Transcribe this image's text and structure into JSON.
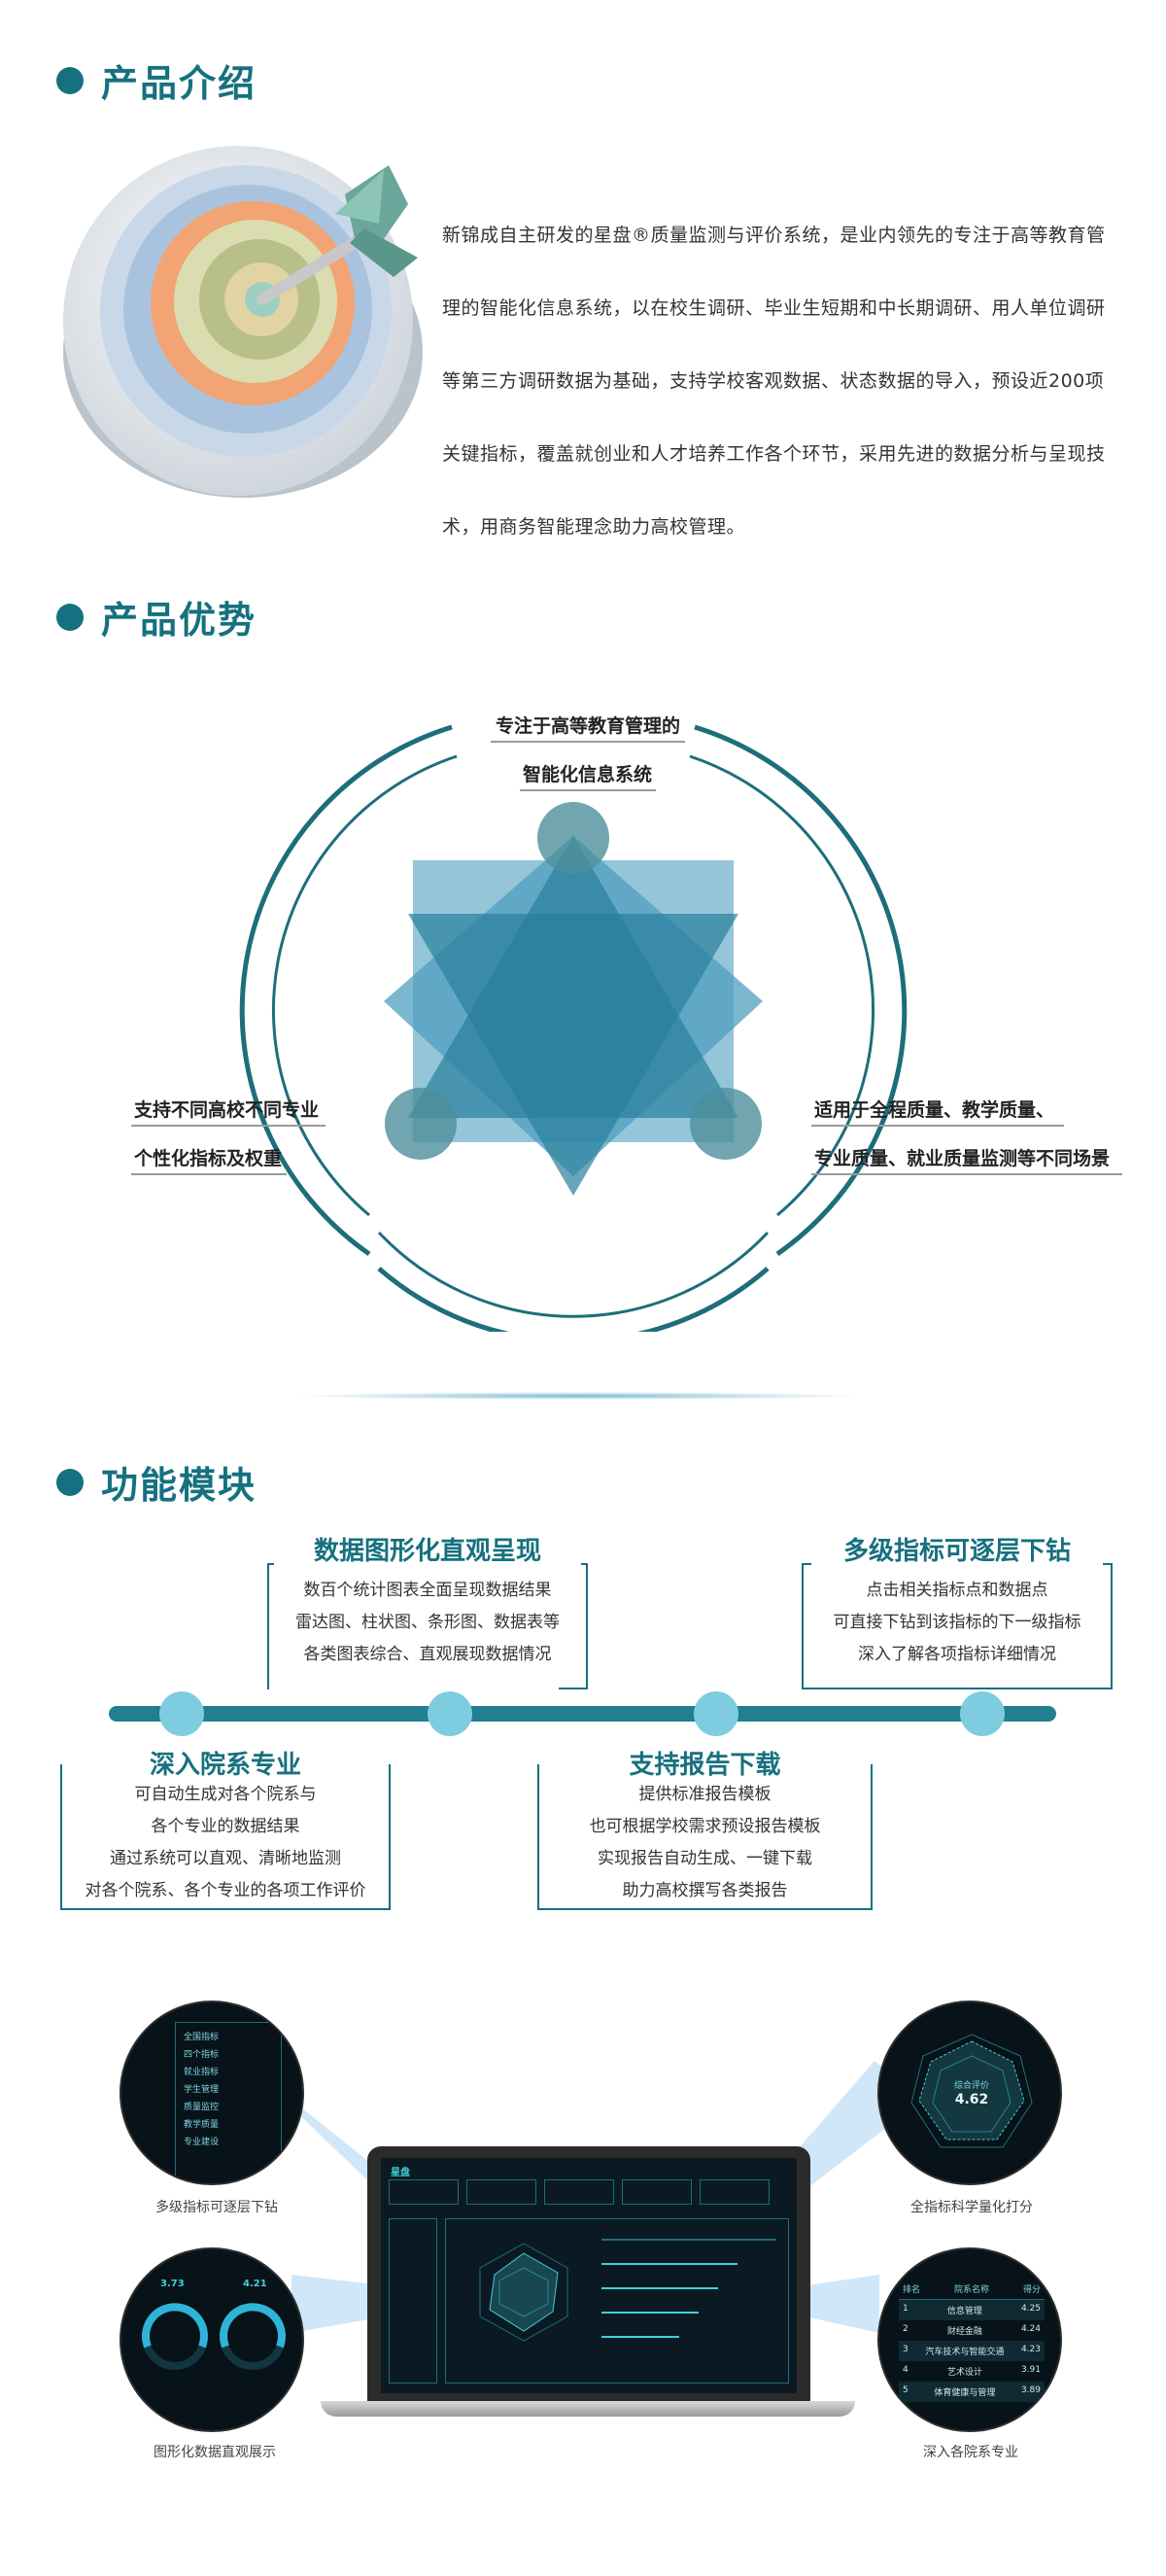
{
  "intro": {
    "section_title": "产品介绍",
    "paragraph": "新锦成自主研发的星盘®质量监测与评价系统，是业内领先的专注于高等教育管理的智能化信息系统，以在校生调研、毕业生短期和中长期调研、用人单位调研等第三方调研数据为基础，支持学校客观数据、状态数据的导入，预设近200项关键指标，覆盖就创业和人才培养工作各个环节，采用先进的数据分析与呈现技术，用商务智能理念助力高校管理。"
  },
  "advantages": {
    "section_title": "产品优势",
    "top": [
      "专注于高等教育管理的",
      "智能化信息系统"
    ],
    "left": [
      "支持不同高校不同专业",
      "个性化指标及权重"
    ],
    "right": [
      "适用于全程质量、教学质量、",
      "专业质量、就业质量监测等不同场景"
    ]
  },
  "modules": {
    "section_title": "功能模块",
    "items": [
      {
        "title": "数据图形化直观呈现",
        "lines": [
          "数百个统计图表全面呈现数据结果",
          "雷达图、柱状图、条形图、数据表等",
          "各类图表综合、直观展现数据情况"
        ]
      },
      {
        "title": "多级指标可逐层下钻",
        "lines": [
          "点击相关指标点和数据点",
          "可直接下钻到该指标的下一级指标",
          "深入了解各项指标详细情况"
        ]
      },
      {
        "title": "深入院系专业",
        "lines": [
          "可自动生成对各个院系与",
          "各个专业的数据结果",
          "通过系统可以直观、清晰地监测",
          "对各个院系、各个专业的各项工作评价"
        ]
      },
      {
        "title": "支持报告下载",
        "lines": [
          "提供标准报告模板",
          "也可根据学校需求预设报告模板",
          "实现报告自动生成、一键下载",
          "助力高校撰写各类报告"
        ]
      }
    ]
  },
  "showcase": {
    "captions": [
      "多级指标可逐层下钻",
      "全指标科学量化打分",
      "图形化数据直观展示",
      "深入各院系专业"
    ],
    "left_top": {
      "menu": [
        "全国指标",
        "四个指标",
        "就业指标",
        "学生管理",
        "质量监控",
        "教学质量",
        "专业建设"
      ]
    },
    "right_top": {
      "score_label": "综合评价",
      "score": "4.62"
    },
    "left_bottom": {
      "gauge_values": [
        "3.73",
        "4.21"
      ]
    },
    "right_bottom": {
      "headers": [
        "排名",
        "院系名称",
        "得分"
      ],
      "rows": [
        [
          "1",
          "信息管理",
          "4.25"
        ],
        [
          "2",
          "财经金融",
          "4.24"
        ],
        [
          "3",
          "汽车技术与智能交通",
          "4.23"
        ],
        [
          "4",
          "艺术设计",
          "3.91"
        ],
        [
          "5",
          "体育健康与管理",
          "3.89"
        ]
      ]
    },
    "laptop": {
      "logo": "星盘"
    }
  },
  "colors": {
    "primary": "#15717f",
    "timeline": "#217f8f",
    "node": "#7ecce0"
  }
}
